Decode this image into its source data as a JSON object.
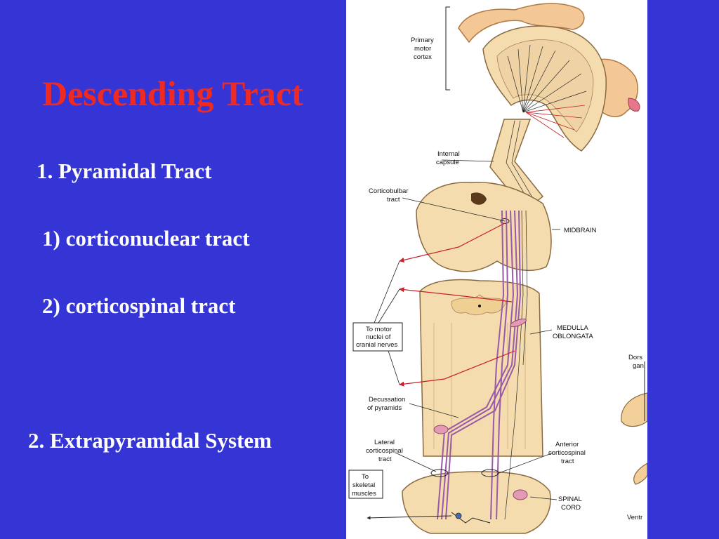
{
  "slide": {
    "title": "Descending Tract",
    "items": [
      "1. Pyramidal Tract",
      "1) corticonuclear tract",
      "2) corticospinal tract",
      "2. Extrapyramidal System"
    ]
  },
  "figure": {
    "labels": {
      "primary_motor_cortex": [
        "Primary",
        "motor",
        "cortex"
      ],
      "internal_capsule": [
        "Internal",
        "capsule"
      ],
      "corticobulbar_tract": [
        "Corticobulbar",
        "tract"
      ],
      "midbrain": "MIDBRAIN",
      "to_motor_nuclei": [
        "To motor",
        "nuclei of",
        "cranial nerves"
      ],
      "medulla_oblongata": [
        "MEDULLA",
        "OBLONGATA"
      ],
      "decussation": [
        "Decussation",
        "of pyramids"
      ],
      "lateral_corticospinal": [
        "Lateral",
        "corticospinal",
        "tract"
      ],
      "anterior_corticospinal": [
        "Anterior",
        "corticospinal",
        "tract"
      ],
      "to_skeletal_muscles": [
        "To",
        "skeletal",
        "muscles"
      ],
      "spinal_cord": [
        "SPINAL",
        "CORD"
      ],
      "dorsal_ganglion_partial": [
        "Dors",
        "gan"
      ],
      "ventral_partial": "Ventr"
    }
  },
  "colors": {
    "background": "#3535d6",
    "title": "#ee2a22",
    "text": "#ffffff",
    "tissue": "#f4dcae",
    "tract_red": "#c8202a",
    "tract_purple": "#9a5aa8"
  }
}
